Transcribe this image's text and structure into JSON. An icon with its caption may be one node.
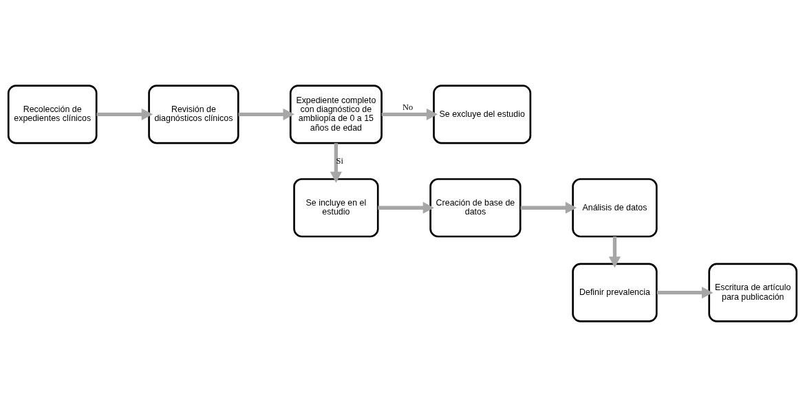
{
  "diagram": {
    "nodes": [
      {
        "text": [
          "Recolección de expedientes clínicos"
        ]
      },
      {
        "text": [
          "Revisión de diagnósticos clínicos"
        ]
      },
      {
        "text": [
          "Expediente completo con diagnóstico de ambliopía de 0 a 15 años de edad"
        ]
      },
      {
        "text": [
          "Se excluye del estudio"
        ]
      },
      {
        "text": [
          "Análisis de datos"
        ]
      },
      {
        "text": [
          "Creación de base de datos"
        ]
      },
      {
        "text": [
          "Se incluye en el estudio"
        ]
      },
      {
        "text": [
          "Definir prevalencia"
        ]
      },
      {
        "text": [
          "Escritura de artículo para publicación"
        ]
      }
    ],
    "edges": [
      {
        "from": 0,
        "to": 1,
        "arrow": "to"
      },
      {
        "from": 1,
        "to": 2,
        "arrow": "to"
      },
      {
        "from": 2,
        "to": 3,
        "arrow": "to",
        "label": "No"
      },
      {
        "from": 2,
        "to": 6,
        "arrow": "to",
        "label": "Si"
      },
      {
        "from": 6,
        "to": 5,
        "arrow": "to"
      },
      {
        "from": 5,
        "to": 4,
        "arrow": "to"
      },
      {
        "from": 4,
        "to": 7,
        "arrow": "to"
      },
      {
        "from": 7,
        "to": 8,
        "arrow": "to"
      }
    ]
  }
}
